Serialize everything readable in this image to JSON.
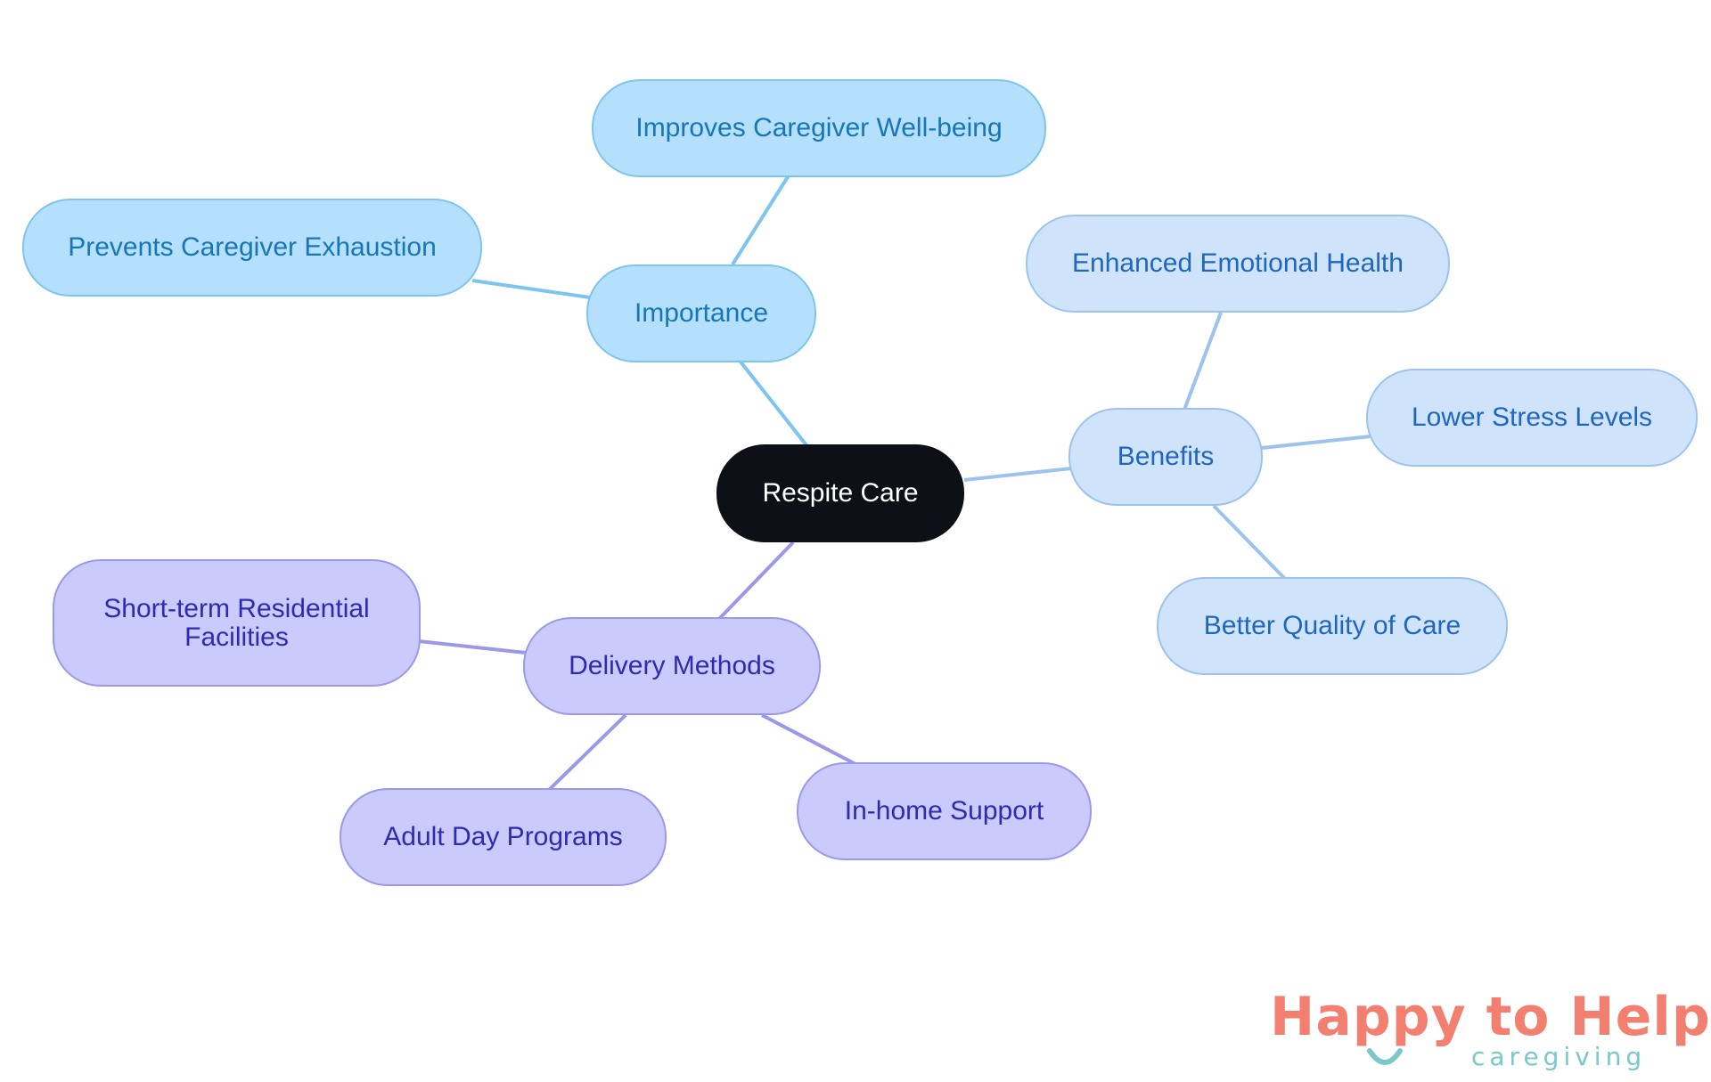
{
  "diagram": {
    "root": {
      "label": "Respite Care"
    },
    "branches": [
      {
        "key": "importance",
        "label": "Importance",
        "color": "#7dc4ee",
        "children": [
          {
            "label": "Improves Caregiver Well-being"
          },
          {
            "label": "Prevents Caregiver Exhaustion"
          }
        ]
      },
      {
        "key": "benefits",
        "label": "Benefits",
        "color": "#9cc3ee",
        "children": [
          {
            "label": "Enhanced Emotional Health"
          },
          {
            "label": "Lower Stress Levels"
          },
          {
            "label": "Better Quality of Care"
          }
        ]
      },
      {
        "key": "delivery",
        "label": "Delivery Methods",
        "color": "#9b98ea",
        "children": [
          {
            "label": "Short-term Residential\nFacilities"
          },
          {
            "label": "In-home Support"
          },
          {
            "label": "Adult Day Programs"
          }
        ]
      }
    ]
  },
  "logo": {
    "text": "Happy to Help",
    "subtext": "caregiving",
    "color_main": "#f27f6f",
    "color_accent": "#79c9cb"
  }
}
